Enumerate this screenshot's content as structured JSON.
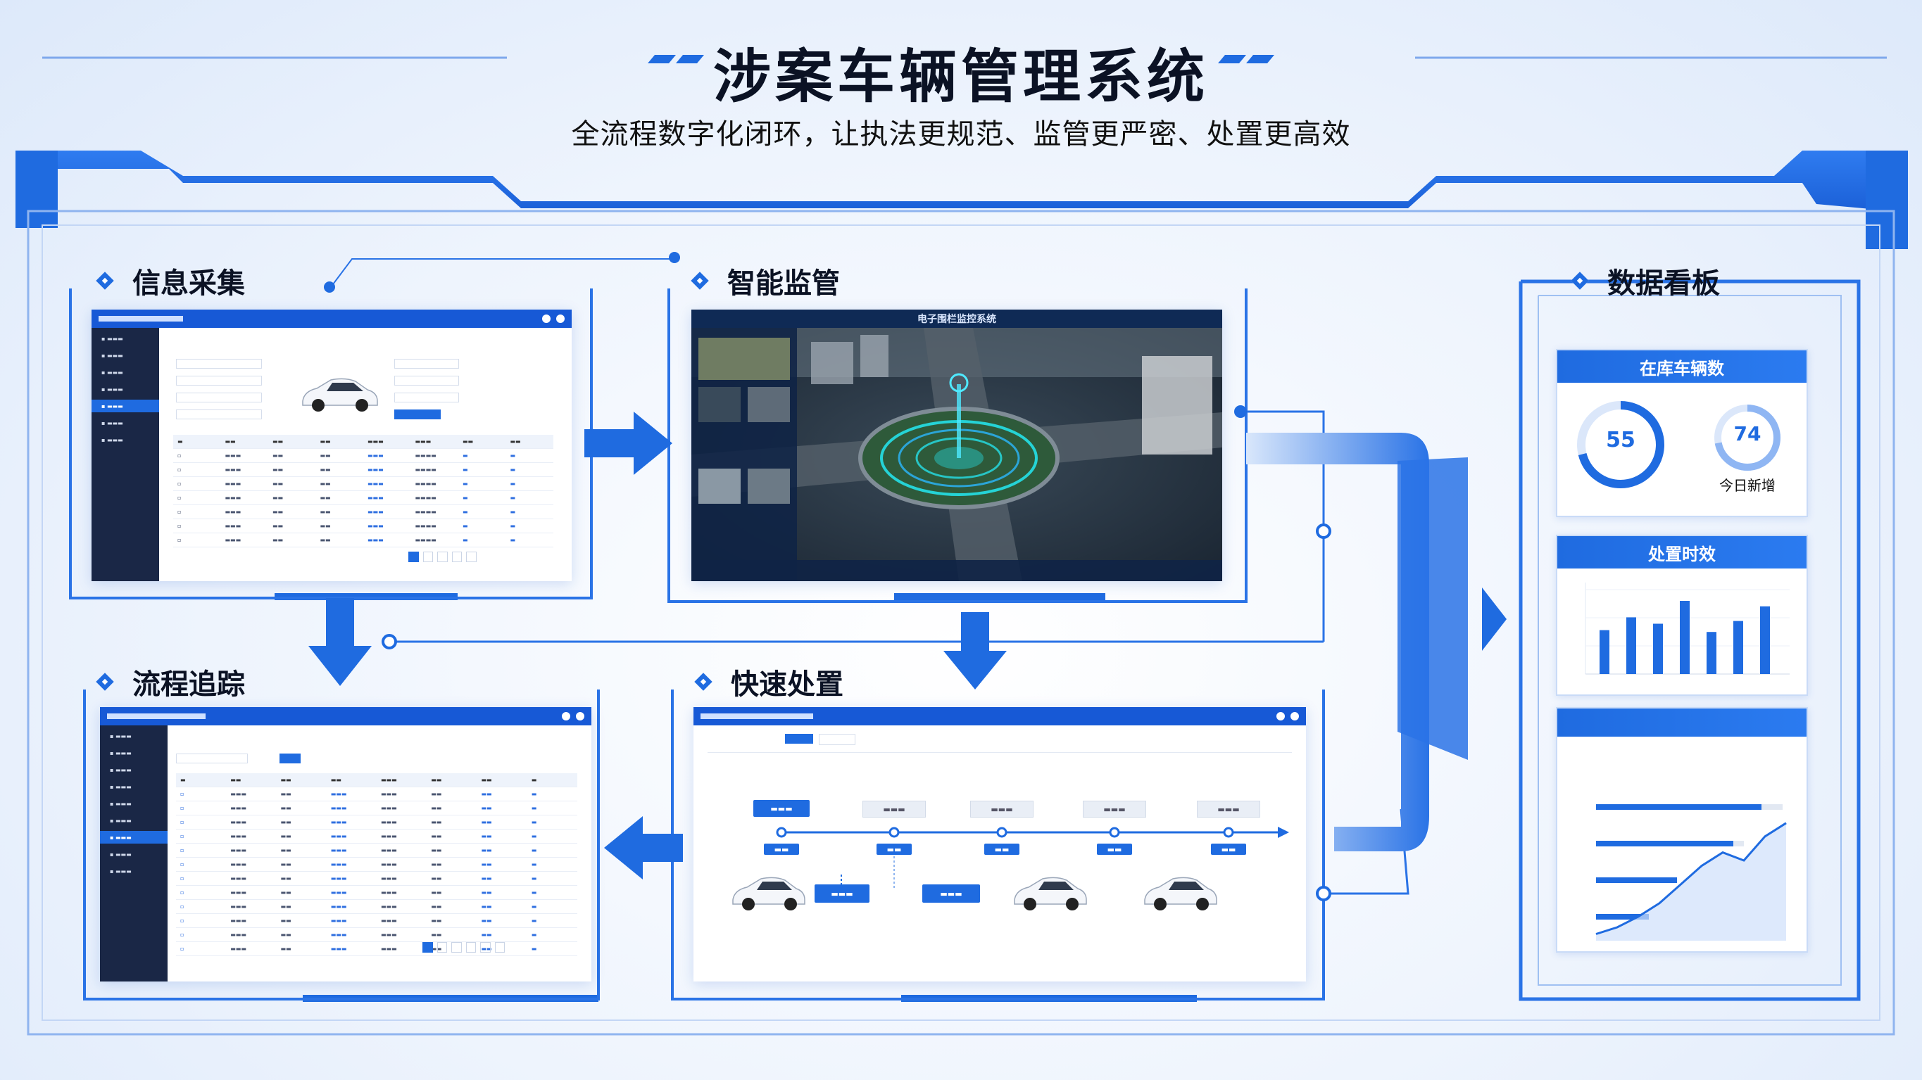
{
  "title": "涉案车辆管理系统",
  "subtitle": "全流程数字化闭环，让执法更规范、监管更严密、处置更高效",
  "sections": {
    "collect": "信息采集",
    "monitor": "智能监管",
    "board": "数据看板",
    "track": "流程追踪",
    "dispose": "快速处置"
  },
  "monitor_screen_title": "电子围栏监控系统",
  "board": {
    "card1_title": "在库车辆数",
    "stat1_value": "55",
    "stat2_value": "74",
    "stat2_label": "今日新增",
    "card2_title": "处置时效",
    "bar_values": [
      48,
      62,
      55,
      80,
      46,
      58,
      74
    ],
    "line_values": [
      5,
      10,
      18,
      28,
      42,
      56,
      66,
      60,
      78,
      88
    ]
  },
  "colors": {
    "accent": "#1f6be0",
    "dark": "#0b1224",
    "sidebar": "#1a2746"
  },
  "icons": [
    "diamond-marker-icon",
    "chevron-arrow-icon",
    "car-icon",
    "geofence-icon"
  ]
}
